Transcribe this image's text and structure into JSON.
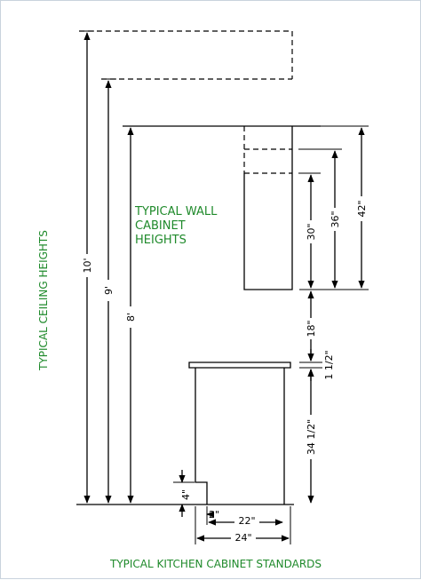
{
  "diagram": {
    "title": "TYPICAL KITCHEN CABINET STANDARDS",
    "vertical_label": "TYPICAL CEILING HEIGHTS",
    "wall_cabinet_label": [
      "TYPICAL WALL",
      "CABINET",
      "HEIGHTS"
    ],
    "ceiling_dims": [
      "10'",
      "9'",
      "8'"
    ],
    "wall_cabinet_dims": [
      "30\"",
      "36\"",
      "42\""
    ],
    "base_dims": [
      "18\"",
      "1 1/2\"",
      "34 1/2\""
    ],
    "toe_kick_height": "4\"",
    "depth_dims": [
      "2\"",
      "22\"",
      "24\""
    ]
  },
  "colors": {
    "line": "#000000",
    "label_green": "#1f8a2b"
  }
}
